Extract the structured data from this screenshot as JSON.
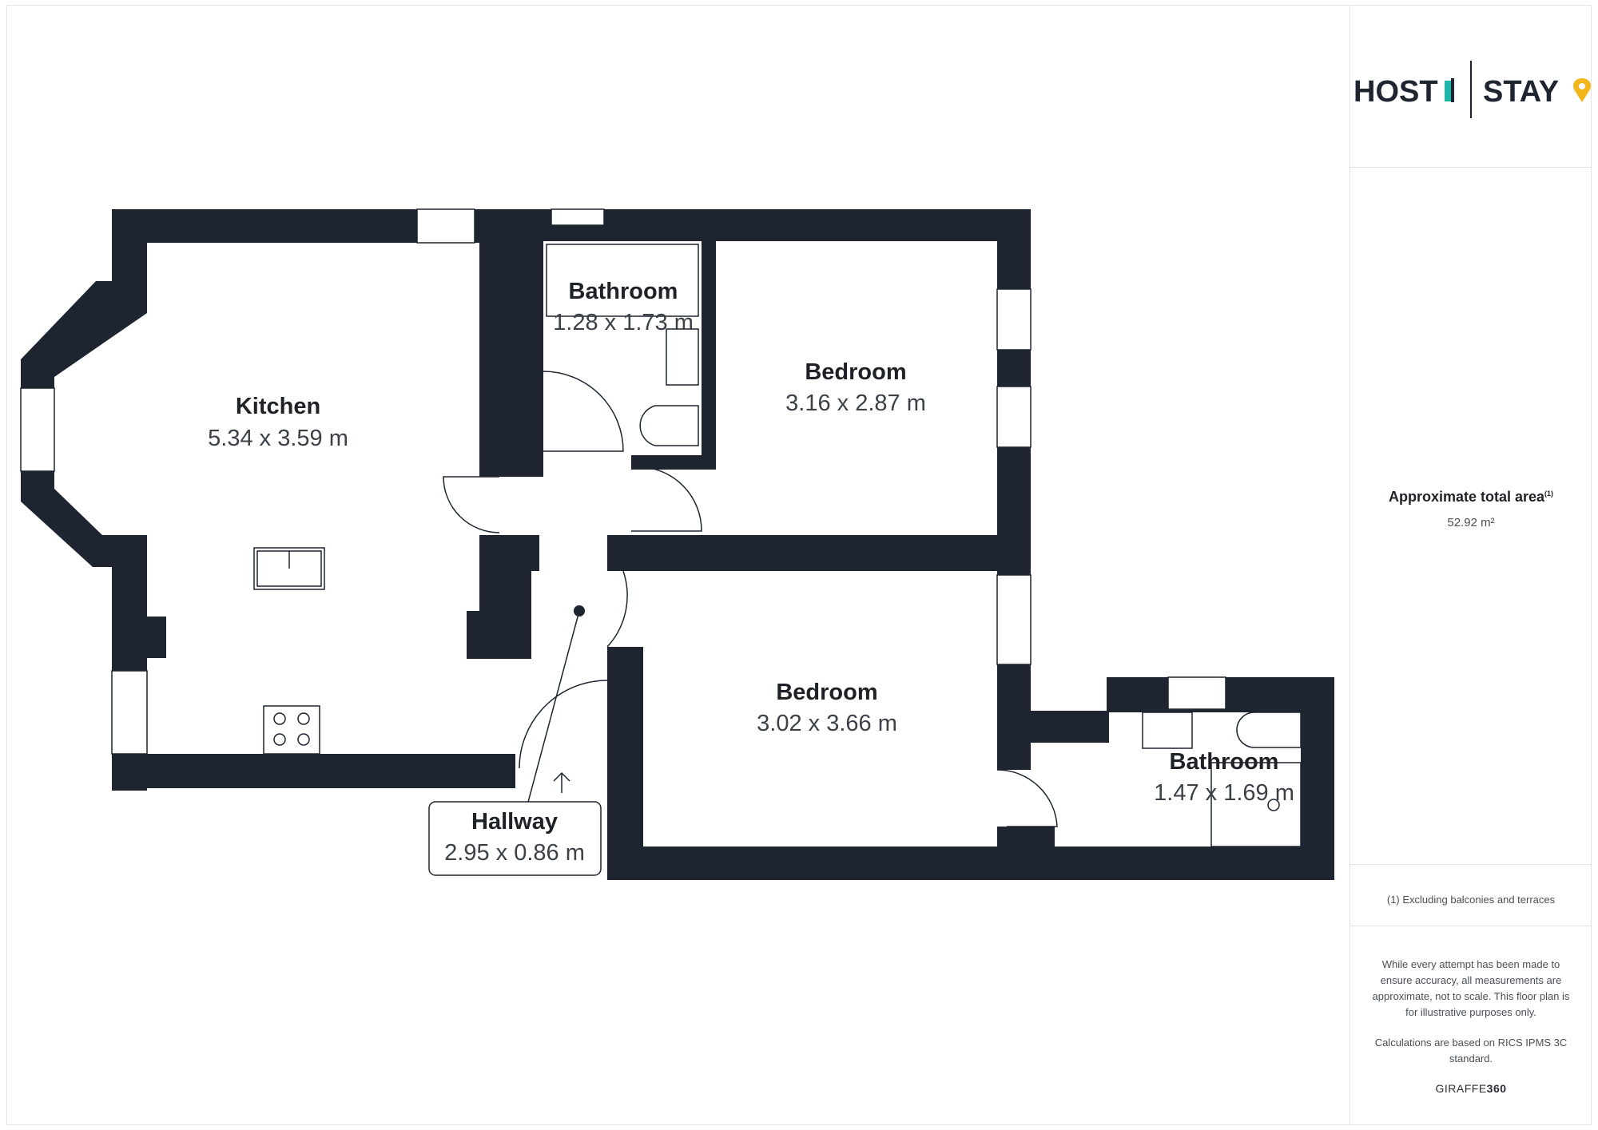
{
  "logo": {
    "left_text": "HOST",
    "right_text": "STAY",
    "pin_color": "#f2b51c",
    "door_color": "#1fb5a8",
    "pin_icon": "map-pin-icon",
    "door_icon": "door-icon"
  },
  "rooms": {
    "kitchen": {
      "name": "Kitchen",
      "dims": "5.34 x 3.59 m"
    },
    "bathroom_top": {
      "name": "Bathroom",
      "dims": "1.28 x 1.73 m"
    },
    "bedroom_top": {
      "name": "Bedroom",
      "dims": "3.16 x 2.87 m"
    },
    "bedroom_bottom": {
      "name": "Bedroom",
      "dims": "3.02 x 3.66 m"
    },
    "bathroom_right": {
      "name": "Bathroom",
      "dims": "1.47 x 1.69 m"
    },
    "hallway": {
      "name": "Hallway",
      "dims": "2.95 x 0.86 m"
    }
  },
  "sidebar": {
    "area_label": "Approximate total area",
    "area_note_marker": "(1)",
    "area_value": "52.92 m²",
    "footnote": "(1) Excluding balconies and terraces",
    "disclaimer": "While every attempt has been made to ensure accuracy, all measurements are approximate, not to scale. This floor plan is for illustrative purposes only.",
    "calculation_note": "Calculations are based on RICS IPMS 3C standard.",
    "brand_prefix": "GIRAFFE",
    "brand_suffix": "360"
  },
  "colors": {
    "wall": "#1e2430",
    "text": "#1e2126"
  }
}
